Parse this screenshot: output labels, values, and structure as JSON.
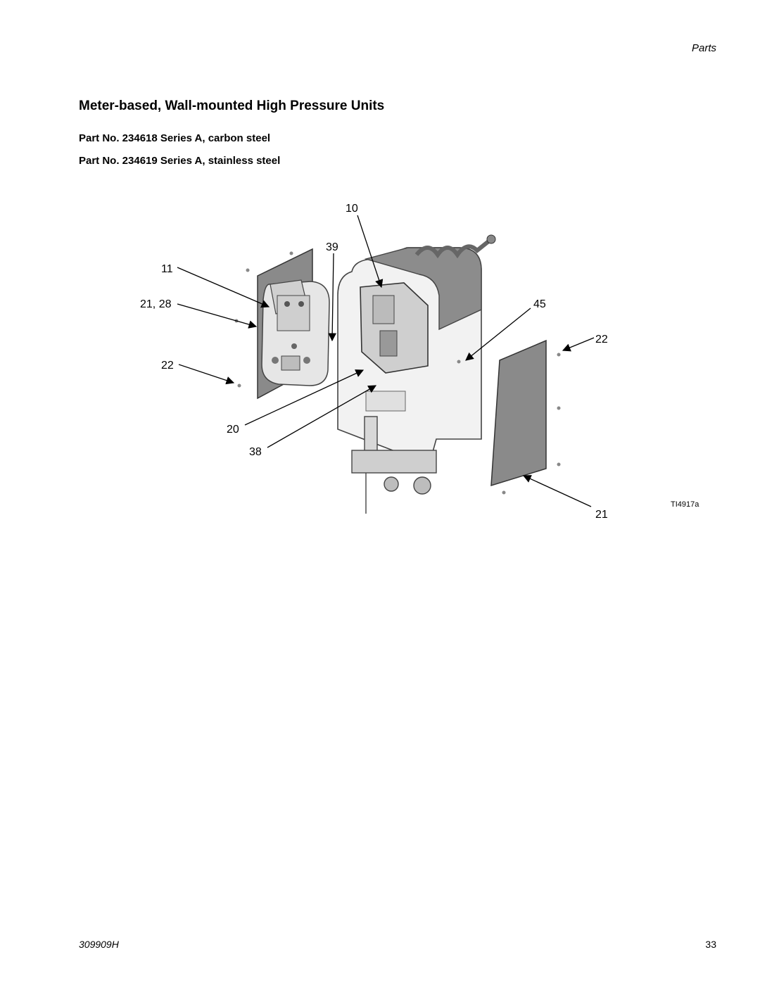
{
  "header": {
    "section": "Parts"
  },
  "title": "Meter-based, Wall-mounted High Pressure Units",
  "subheadings": [
    "Part No. 234618 Series A, carbon steel",
    "Part No. 234619 Series A, stainless steel"
  ],
  "figure": {
    "callouts": [
      "10",
      "39",
      "11",
      "21, 28",
      "45",
      "22",
      "22",
      "20",
      "38",
      "21"
    ],
    "figure_id": "TI4917a"
  },
  "footer": {
    "doc_number": "309909H",
    "page_number": "33"
  }
}
